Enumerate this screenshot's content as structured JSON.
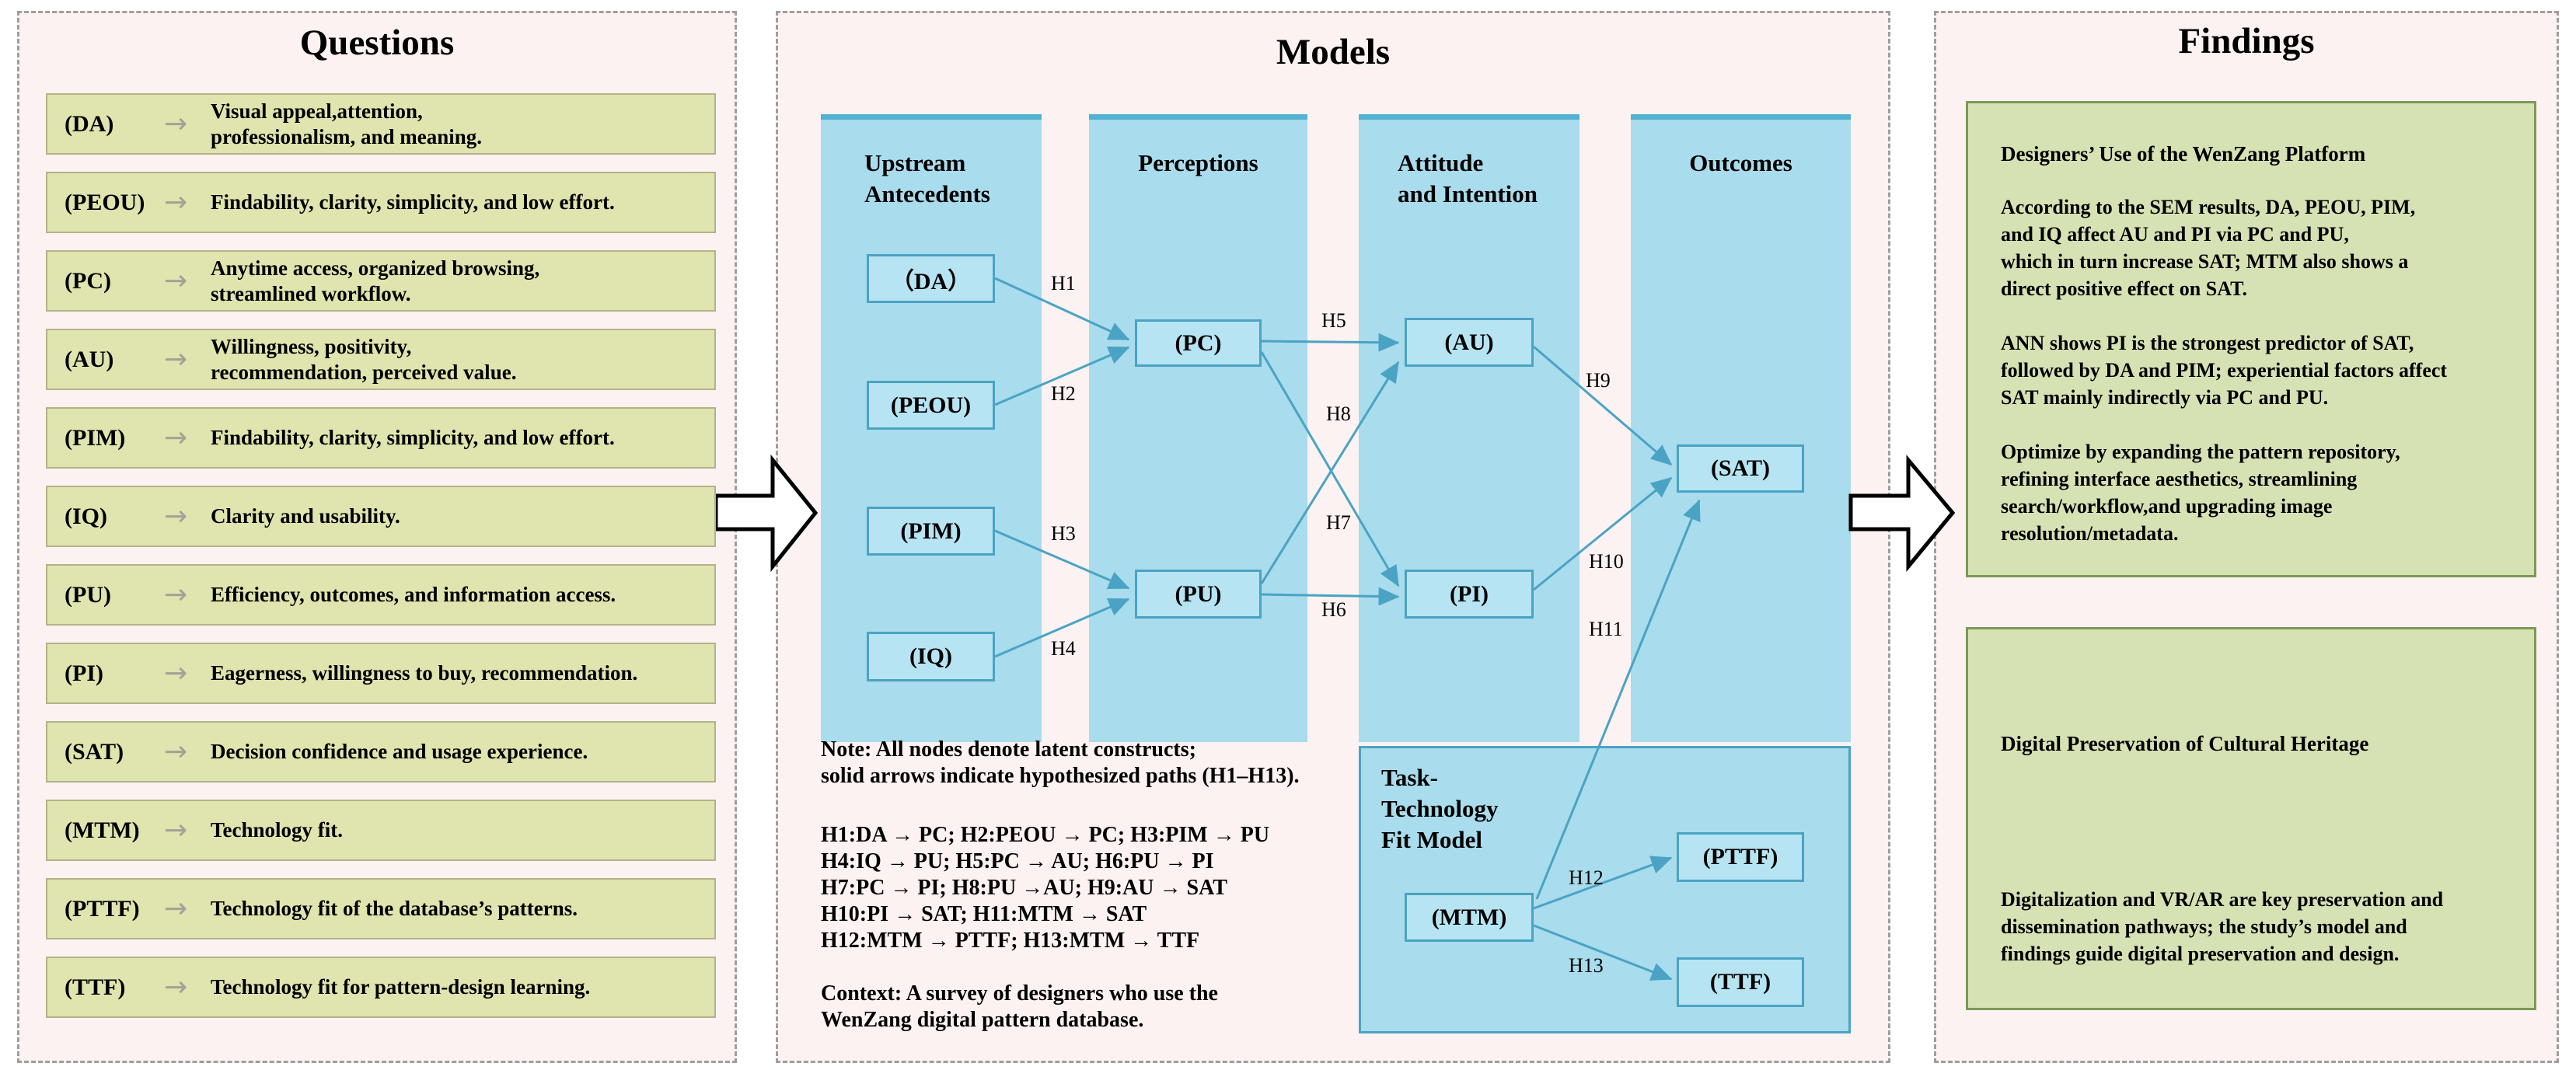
{
  "questions": {
    "title": "Questions",
    "items": [
      {
        "acronym": "(DA)",
        "desc": "Visual appeal,attention,\nprofessionalism, and meaning."
      },
      {
        "acronym": "(PEOU)",
        "desc": "Findability, clarity, simplicity, and low effort."
      },
      {
        "acronym": "(PC)",
        "desc": "Anytime access, organized browsing,\nstreamlined workflow."
      },
      {
        "acronym": "(AU)",
        "desc": "Willingness, positivity,\nrecommendation, perceived value."
      },
      {
        "acronym": "(PIM)",
        "desc": "Findability, clarity, simplicity, and low effort."
      },
      {
        "acronym": "(IQ)",
        "desc": "Clarity and usability."
      },
      {
        "acronym": "(PU)",
        "desc": "Efficiency, outcomes, and information access."
      },
      {
        "acronym": "(PI)",
        "desc": "Eagerness, willingness to buy, recommendation."
      },
      {
        "acronym": "(SAT)",
        "desc": "Decision confidence and usage experience."
      },
      {
        "acronym": "(MTM)",
        "desc": "Technology fit."
      },
      {
        "acronym": "(PTTF)",
        "desc": "Technology fit of the database’s patterns."
      },
      {
        "acronym": "(TTF)",
        "desc": "Technology fit for pattern-design learning."
      }
    ]
  },
  "models": {
    "title": "Models",
    "columns": [
      "Upstream\nAntecedents",
      "Perceptions",
      "Attitude\nand Intention",
      "Outcomes"
    ],
    "nodes": {
      "DA": "（DA）",
      "PEOU": "(PEOU)",
      "PIM": "(PIM)",
      "IQ": "(IQ)",
      "PC": "(PC)",
      "PU": "(PU)",
      "AU": "(AU)",
      "PI": "(PI)",
      "SAT": "(SAT)",
      "MTM": "(MTM)",
      "PTTF": "(PTTF)",
      "TTF": "(TTF)"
    },
    "ttf_model_title": "Task-\nTechnology\nFit Model",
    "h_labels": {
      "H1": "H1",
      "H2": "H2",
      "H3": "H3",
      "H4": "H4",
      "H5": "H5",
      "H6": "H6",
      "H7": "H7",
      "H8": "H8",
      "H9": "H9",
      "H10": "H10",
      "H11": "H11",
      "H12": "H12",
      "H13": "H13"
    },
    "note": "Note: All nodes denote latent constructs;\nsolid arrows indicate hypothesized paths (H1–H13).",
    "hypotheses": [
      "H1:DA → PC; H2:PEOU → PC; H3:PIM → PU",
      "H4:IQ → PU; H5:PC → AU; H6:PU → PI",
      "H7:PC → PI; H8:PU →AU; H9:AU → SAT",
      "H10:PI → SAT; H11:MTM → SAT",
      "H12:MTM → PTTF; H13:MTM → TTF"
    ],
    "context": "Context: A survey of designers who use the\nWenZang digital pattern database."
  },
  "findings": {
    "title": "Findings",
    "boxes": [
      {
        "heading": "Designers’ Use of the WenZang Platform",
        "paragraphs": [
          "According to the SEM results, DA, PEOU, PIM,\nand IQ affect AU and PI via PC and PU,\nwhich in turn increase SAT; MTM also shows a\ndirect positive effect on SAT.",
          "ANN shows PI is the strongest predictor of SAT,\nfollowed by DA and PIM; experiential factors affect\nSAT mainly indirectly via PC and PU.",
          "Optimize by expanding the pattern repository,\nrefining interface aesthetics, streamlining\nsearch/workflow,and upgrading image\nresolution/metadata."
        ]
      },
      {
        "heading": "Digital Preservation of Cultural Heritage",
        "paragraphs": [
          "Digitalization and VR/AR are key preservation and\ndissemination pathways; the study’s model and\nfindings guide digital preservation and design."
        ]
      }
    ]
  },
  "icons": {
    "right_arrow": "→"
  },
  "colors": {
    "panel_background": "#fcf2f1",
    "dashed_border": "#9e9e9e",
    "question_box_fill": "#e0e4ae",
    "question_box_border": "#b2b388",
    "question_arrow": "#a3a296",
    "column_fill": "#a9dcec",
    "column_top_edge": "#53b1d2",
    "node_fill": "#b7e4f2",
    "node_border": "#4aa3c4",
    "hypothesis_arrow": "#4aa3c4",
    "findings_box_fill": "#d6e2b4",
    "findings_box_border": "#7b9a55",
    "flow_arrow_outline": "#000000"
  }
}
